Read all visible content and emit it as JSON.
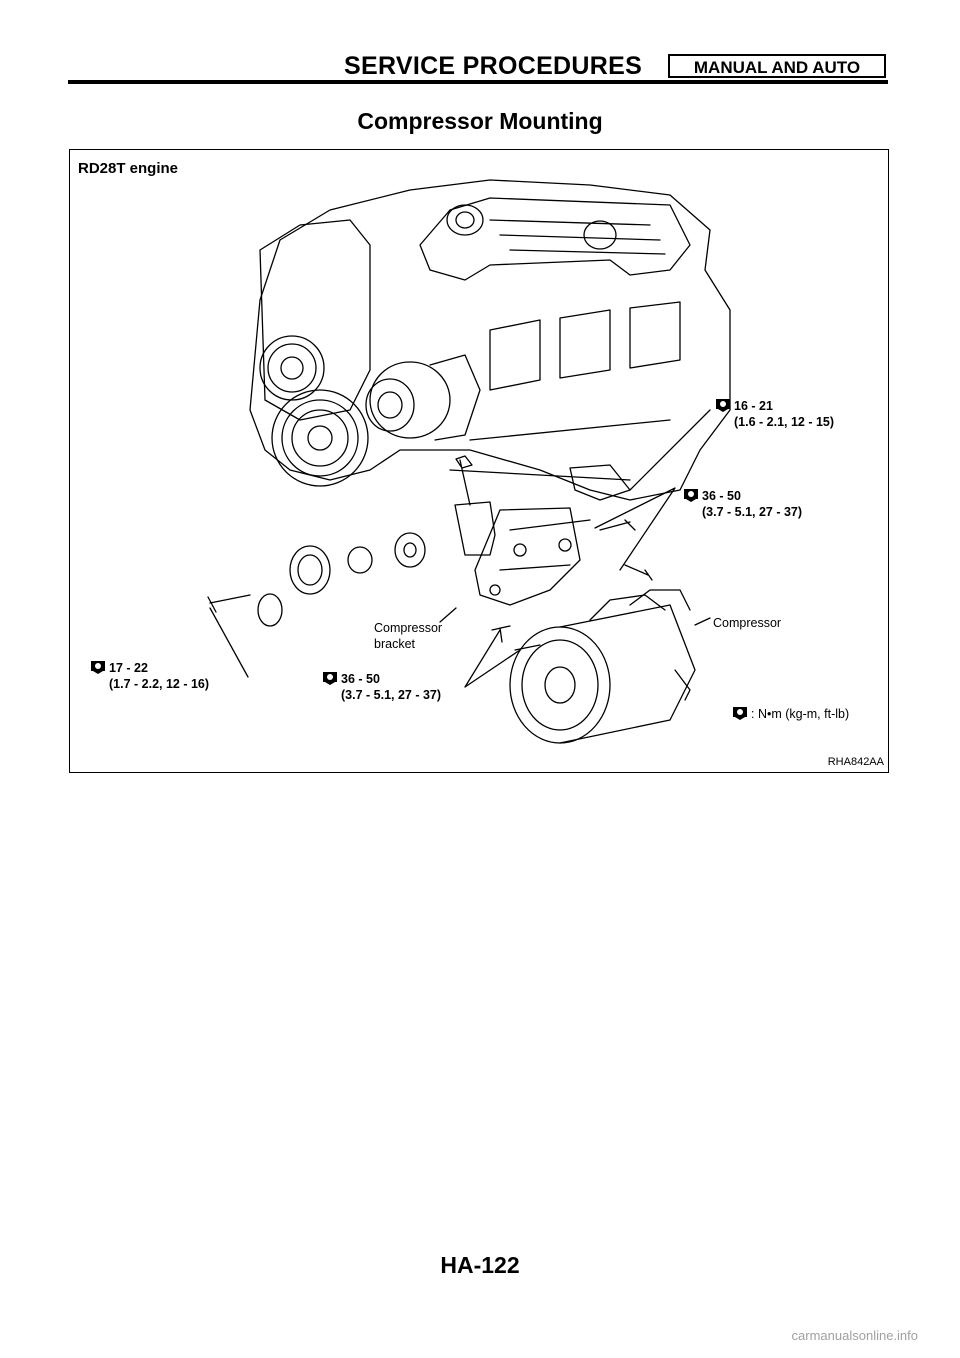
{
  "header": {
    "title": "SERVICE PROCEDURES",
    "badge": "MANUAL AND AUTO"
  },
  "section_title": "Compressor Mounting",
  "figure": {
    "label": "RD28T engine",
    "code": "RHA842AA",
    "callouts": {
      "upper_bracket_bolt": {
        "value": "16 - 21",
        "range": "(1.6 - 2.1, 12 - 15)"
      },
      "bracket_bolts": {
        "value": "36 - 50",
        "range": "(3.7 - 5.1, 27 - 37)"
      },
      "compressor_bracket": {
        "line1": "Compressor",
        "line2": "bracket"
      },
      "compressor": "Compressor",
      "pulley_bolt": {
        "value": "17 - 22",
        "range": "(1.7 - 2.2, 12 - 16)"
      },
      "compressor_bolts": {
        "value": "36 - 50",
        "range": "(3.7 - 5.1, 27 - 37)"
      },
      "torque_legend": ": N•m (kg-m, ft-lb)"
    },
    "icon": "torque-wrench-icon"
  },
  "page_number": "HA-122",
  "watermark": "carmanualsonline.info"
}
